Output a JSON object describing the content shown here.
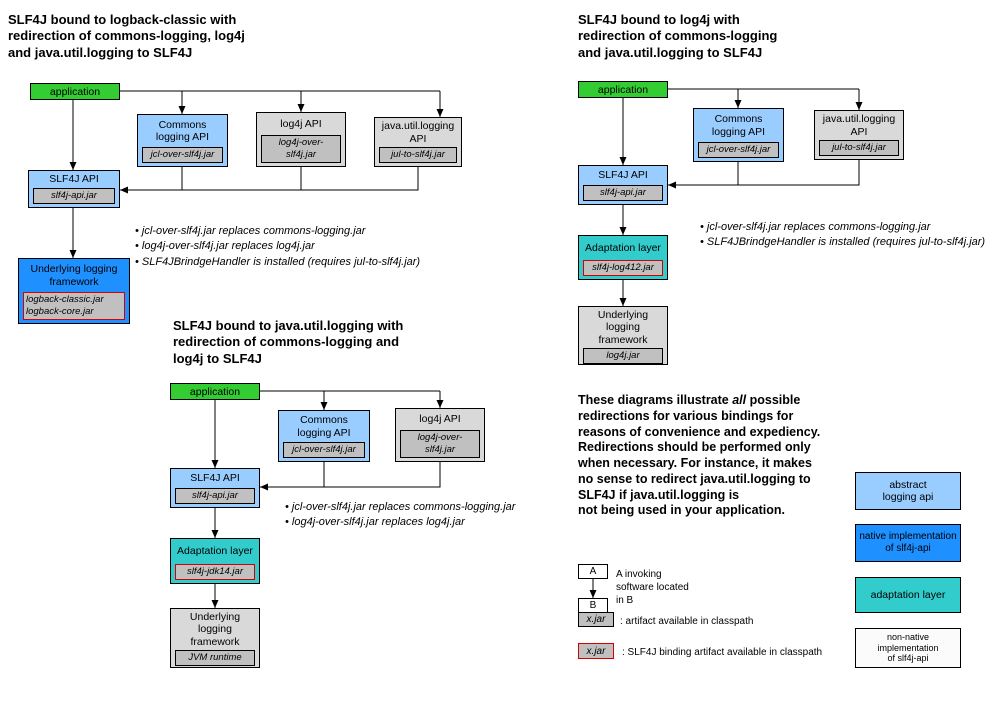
{
  "colors": {
    "application_green": "#33cc33",
    "abstract_api_blue": "#99ccff",
    "native_impl_blue": "#1e90ff",
    "adaptation_teal": "#33cccc",
    "non_native_gray": "#d9d9d9",
    "jar_label_gray": "#c0c0c0",
    "binding_border_red": "#d40000"
  },
  "diagram1": {
    "title": "SLF4J bound to logback-classic with\nredirection of commons-logging, log4j\nand java.util.logging to SLF4J",
    "application_label": "application",
    "commons_api_label": "Commons\nlogging API",
    "commons_jar": "jcl-over-slf4j.jar",
    "log4j_api_label": "log4j API",
    "log4j_jar": "log4j-over-slf4j.jar",
    "jul_api_label": "java.util.logging\nAPI",
    "jul_jar": "jul-to-slf4j.jar",
    "slf4j_api_label": "SLF4J API",
    "slf4j_jar": "slf4j-api.jar",
    "underlying_label": "Underlying logging\nframework",
    "underlying_jar": "logback-classic.jar\nlogback-core.jar",
    "notes": "• jcl-over-slf4j.jar replaces commons-logging.jar\n• log4j-over-slf4j.jar replaces log4j.jar\n• SLF4JBrindgeHandler is installed (requires jul-to-slf4j.jar)"
  },
  "diagram2": {
    "title": "SLF4J bound to log4j with\nredirection of commons-logging\nand java.util.logging to SLF4J",
    "application_label": "application",
    "commons_api_label": "Commons\nlogging API",
    "commons_jar": "jcl-over-slf4j.jar",
    "jul_api_label": "java.util.logging\nAPI",
    "jul_jar": "jul-to-slf4j.jar",
    "slf4j_api_label": "SLF4J API",
    "slf4j_jar": "slf4j-api.jar",
    "adaptation_label": "Adaptation layer",
    "adaptation_jar": "slf4j-log412.jar",
    "underlying_label": "Underlying\nlogging\nframework",
    "underlying_jar": "log4j.jar",
    "notes": "• jcl-over-slf4j.jar replaces commons-logging.jar\n• SLF4JBrindgeHandler is installed (requires jul-to-slf4j.jar)"
  },
  "diagram3": {
    "title": "SLF4J bound to java.util.logging with\nredirection of commons-logging and\nlog4j to SLF4J",
    "application_label": "application",
    "commons_api_label": "Commons\nlogging API",
    "commons_jar": "jcl-over-slf4j.jar",
    "log4j_api_label": "log4j API",
    "log4j_jar": "log4j-over-slf4j.jar",
    "slf4j_api_label": "SLF4J API",
    "slf4j_jar": "slf4j-api.jar",
    "adaptation_label": "Adaptation layer",
    "adaptation_jar": "slf4j-jdk14.jar",
    "underlying_label": "Underlying\nlogging\nframework",
    "underlying_jar": "JVM runtime",
    "notes": "• jcl-over-slf4j.jar replaces commons-logging.jar\n• log4j-over-slf4j.jar replaces log4j.jar"
  },
  "explanation": {
    "part1": "These diagrams illustrate ",
    "emphasis": "all",
    "part2": " possible\nredirections for various bindings for\nreasons of convenience and expediency.\nRedirections should be performed only\nwhen necessary. For instance, it makes\nno sense to redirect java.util.logging to\nSLF4J if java.util.logging is\nnot being used in your application."
  },
  "legend": {
    "box_a": "A",
    "box_b": "B",
    "invoking_note": "A invoking\nsoftware located\nin B",
    "artifact_label": "x.jar",
    "artifact_note": ": artifact available in classpath",
    "binding_label": "x.jar",
    "binding_note": ": SLF4J binding artifact available in classpath",
    "abstract_api": "abstract\nlogging api",
    "native_impl": "native implementation\nof slf4j-api",
    "adaptation": "adaptation layer",
    "non_native": "non-native implementation\nof slf4j-api"
  }
}
